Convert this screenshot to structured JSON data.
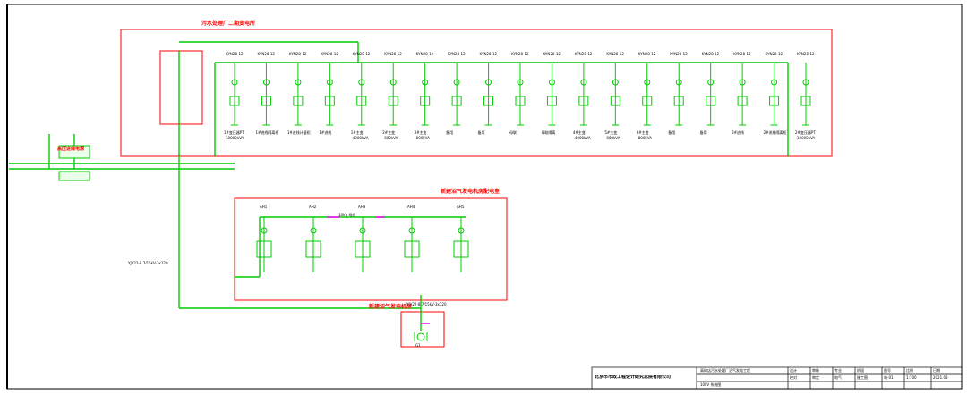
{
  "sections": {
    "top": "污水处理厂二期变电所",
    "middle": "新建沼气发电机房配电室",
    "bottom": "新建沼气发电机房"
  },
  "source_label": "高压进线电源",
  "feeders_top": [
    {
      "top": "KYN28-12",
      "name": "1#变压器PT",
      "rating": "10000kVA"
    },
    {
      "top": "KYN28-12",
      "name": "1#进线隔离柜",
      "rating": ""
    },
    {
      "top": "KYN28-12",
      "name": "1#进线计量柜",
      "rating": ""
    },
    {
      "top": "KYN28-12",
      "name": "1#进线",
      "rating": ""
    },
    {
      "top": "KYN28-12",
      "name": "1#主变",
      "rating": "4000kVA"
    },
    {
      "top": "KYN28-12",
      "name": "2#主变",
      "rating": "800kVA"
    },
    {
      "top": "KYN28-12",
      "name": "3#主变",
      "rating": "800kVA"
    },
    {
      "top": "KYN28-12",
      "name": "备用",
      "rating": ""
    },
    {
      "top": "KYN28-12",
      "name": "备用",
      "rating": ""
    },
    {
      "top": "KYN28-12",
      "name": "母联",
      "rating": ""
    },
    {
      "top": "KYN28-12",
      "name": "母联隔离",
      "rating": ""
    },
    {
      "top": "KYN28-12",
      "name": "4#主变",
      "rating": "4000kVA"
    },
    {
      "top": "KYN28-12",
      "name": "5#主变",
      "rating": "800kVA"
    },
    {
      "top": "KYN28-12",
      "name": "6#主变",
      "rating": "800kVA"
    },
    {
      "top": "KYN28-12",
      "name": "备用",
      "rating": ""
    },
    {
      "top": "KYN28-12",
      "name": "备用",
      "rating": ""
    },
    {
      "top": "KYN28-12",
      "name": "2#进线",
      "rating": ""
    },
    {
      "top": "KYN28-12",
      "name": "2#进线隔离柜",
      "rating": ""
    },
    {
      "top": "KYN28-12",
      "name": "2#变压器PT",
      "rating": "10000kVA"
    }
  ],
  "cable_label": "YJV22-8.7/15kV-3x120",
  "middle_panels": [
    "AH1",
    "AH2",
    "AH3",
    "AH4",
    "AH5"
  ],
  "middle_bus_label": "10kV 母线",
  "bottom_label": "G1",
  "titleblock": {
    "company": "北京市市政工程设计研究总院有限公司",
    "project": "高碑店污水处理厂沼气发电工程",
    "drawing": "10kV 系统图",
    "cells": [
      "设计",
      "校对",
      "审核",
      "审定",
      "专业",
      "电气",
      "阶段",
      "施工图",
      "图号",
      "电-01",
      "比例",
      "1:100",
      "日期",
      "2021.03"
    ]
  },
  "colors": {
    "wire": "#00cc00",
    "frame": "#ff0000",
    "magenta": "#ff00ff",
    "ink": "#000000"
  }
}
